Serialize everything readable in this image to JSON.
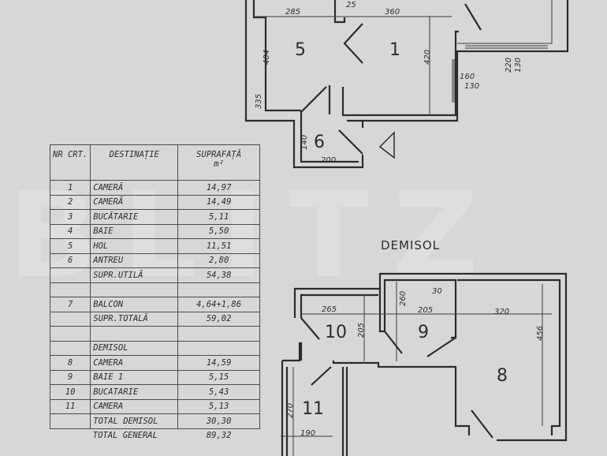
{
  "watermark": "BLITZ",
  "table": {
    "headers": {
      "nr": "NR CRT.",
      "destinatie": "DESTINAȚIE",
      "suprafata": "SUPRAFAȚĂ",
      "unit": "m²"
    },
    "rows": [
      {
        "nr": "1",
        "name": "CAMERĂ",
        "area": "14,97"
      },
      {
        "nr": "2",
        "name": "CAMERĂ",
        "area": "14,49"
      },
      {
        "nr": "3",
        "name": "BUCĂTARIE",
        "area": "5,11"
      },
      {
        "nr": "4",
        "name": "BAIE",
        "area": "5,50"
      },
      {
        "nr": "5",
        "name": "HOL",
        "area": "11,51"
      },
      {
        "nr": "6",
        "name": "ANTREU",
        "area": "2,80"
      },
      {
        "nr": "",
        "name": "SUPR.UTILĂ",
        "area": "54,38"
      },
      {
        "nr": "",
        "name": "",
        "area": ""
      },
      {
        "nr": "7",
        "name": "BALCON",
        "area": "4,64+1,86"
      },
      {
        "nr": "",
        "name": "SUPR.TOTALĂ",
        "area": "59,02"
      },
      {
        "nr": "",
        "name": "",
        "area": ""
      },
      {
        "nr": "",
        "name": "DEMISOL",
        "area": ""
      },
      {
        "nr": "8",
        "name": "CAMERA",
        "area": "14,59"
      },
      {
        "nr": "9",
        "name": "BAIE 1",
        "area": "5,15"
      },
      {
        "nr": "10",
        "name": "BUCATARIE",
        "area": "5,43"
      },
      {
        "nr": "11",
        "name": "CAMERA",
        "area": "5,13"
      },
      {
        "nr": "",
        "name": "TOTAL DEMISOL",
        "area": "30,30"
      }
    ],
    "total_general": {
      "label": "TOTAL GENERAL",
      "value": "89,32"
    }
  },
  "upper_plan": {
    "rooms": [
      "5",
      "1",
      "6"
    ],
    "dims": {
      "d285": "285",
      "d360": "360",
      "d404": "404",
      "d420": "420",
      "d140": "140",
      "d200": "200",
      "d25": "25",
      "d335": "335",
      "w1a": "160",
      "w1b": "130",
      "w2a": "220",
      "w2b": "130"
    }
  },
  "lower_plan": {
    "title": "DEMISOL",
    "rooms": [
      "10",
      "9",
      "8",
      "11"
    ],
    "dims": {
      "d265": "265",
      "d205h": "205",
      "d320": "320",
      "d260": "260",
      "d205v": "205",
      "d456": "456",
      "d270": "270",
      "d190": "190",
      "d30": "30"
    }
  }
}
